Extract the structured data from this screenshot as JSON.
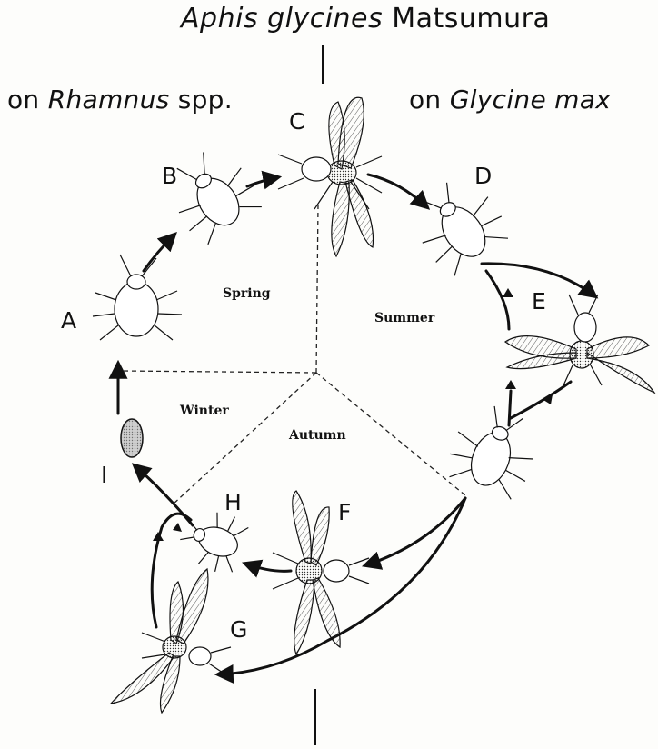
{
  "title": {
    "italic": "Aphis glycines",
    "plain": " Matsumura"
  },
  "hosts": {
    "left": {
      "prefix": "on ",
      "italic": "Rhamnus",
      "suffix": " spp."
    },
    "right": {
      "prefix": "on ",
      "italic": "Glycine max"
    }
  },
  "seasons": {
    "spring": "Spring",
    "summer": "Summer",
    "autumn": "Autumn",
    "winter": "Winter"
  },
  "stages": {
    "A": "A",
    "B": "B",
    "C": "C",
    "D": "D",
    "E": "E",
    "F": "F",
    "G": "G",
    "H": "H",
    "I": "I"
  },
  "colors": {
    "ink": "#111111",
    "paper": "#fdfdfb",
    "egg_fill": "#cfcfcf"
  }
}
